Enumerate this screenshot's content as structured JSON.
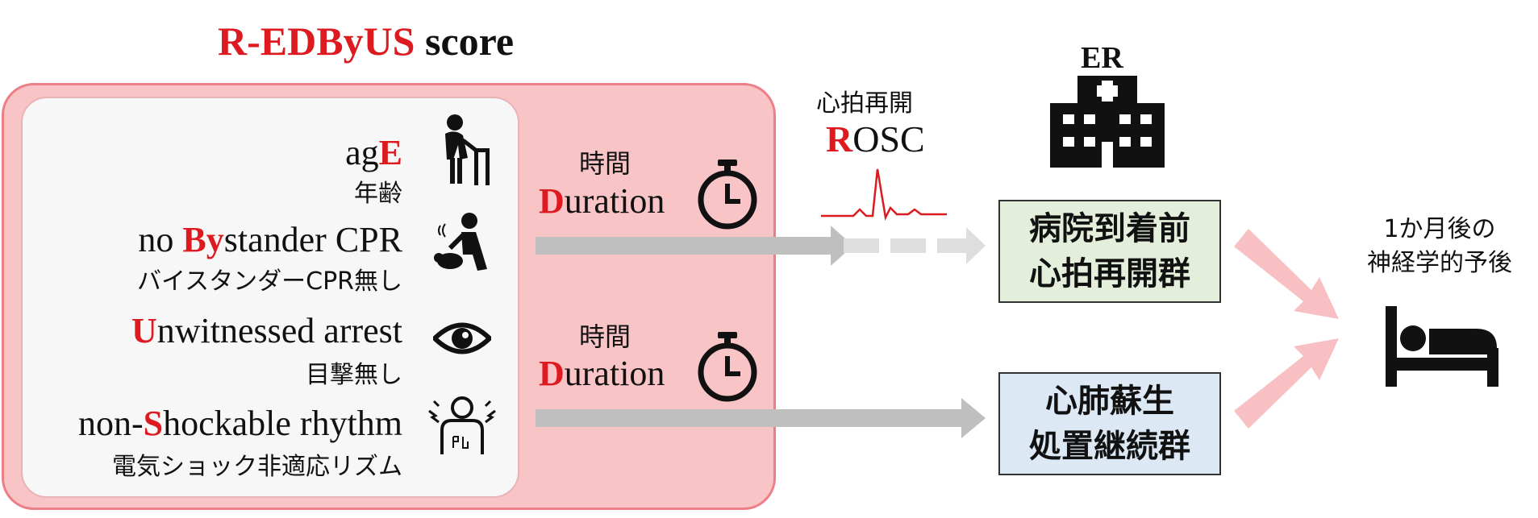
{
  "title": {
    "part1": "R-EDByUS",
    "part2": " score"
  },
  "factors": [
    {
      "en_pre": "ag",
      "en_hl": "E",
      "en_post": "",
      "ja": "年齢",
      "icon": "elderly-walker-icon"
    },
    {
      "en_pre": "no ",
      "en_hl": "By",
      "en_post": "stander CPR",
      "ja": "バイスタンダーCPR無し",
      "icon": "cpr-icon"
    },
    {
      "en_pre": "",
      "en_hl": "U",
      "en_post": "nwitnessed arrest",
      "ja": "目撃無し",
      "icon": "eye-icon"
    },
    {
      "en_pre": "non-",
      "en_hl": "S",
      "en_post": "hockable rhythm",
      "ja": "電気ショック非適応リズム",
      "icon": "person-shock-icon"
    }
  ],
  "duration": {
    "ja": "時間",
    "en_hl": "D",
    "en_post": "uration"
  },
  "rosc": {
    "ja": "心拍再開",
    "en_hl": "R",
    "en_post": "OSC"
  },
  "er": {
    "label": "ER"
  },
  "outcomes": {
    "rosc_group": [
      "病院到着前",
      "心拍再開群"
    ],
    "cpr_group": [
      "心肺蘇生",
      "処置継続群"
    ]
  },
  "prognosis": [
    "1か月後の",
    "神経学的予後"
  ],
  "colors": {
    "accent_red": "#dd1a1f",
    "panel_pink": "#f8c4c6",
    "arrow_gray": "#bfbfbf",
    "arrow_pink": "#f8c0c2",
    "rosc_box": "#e3efdb",
    "cpr_box": "#dce9f5"
  }
}
